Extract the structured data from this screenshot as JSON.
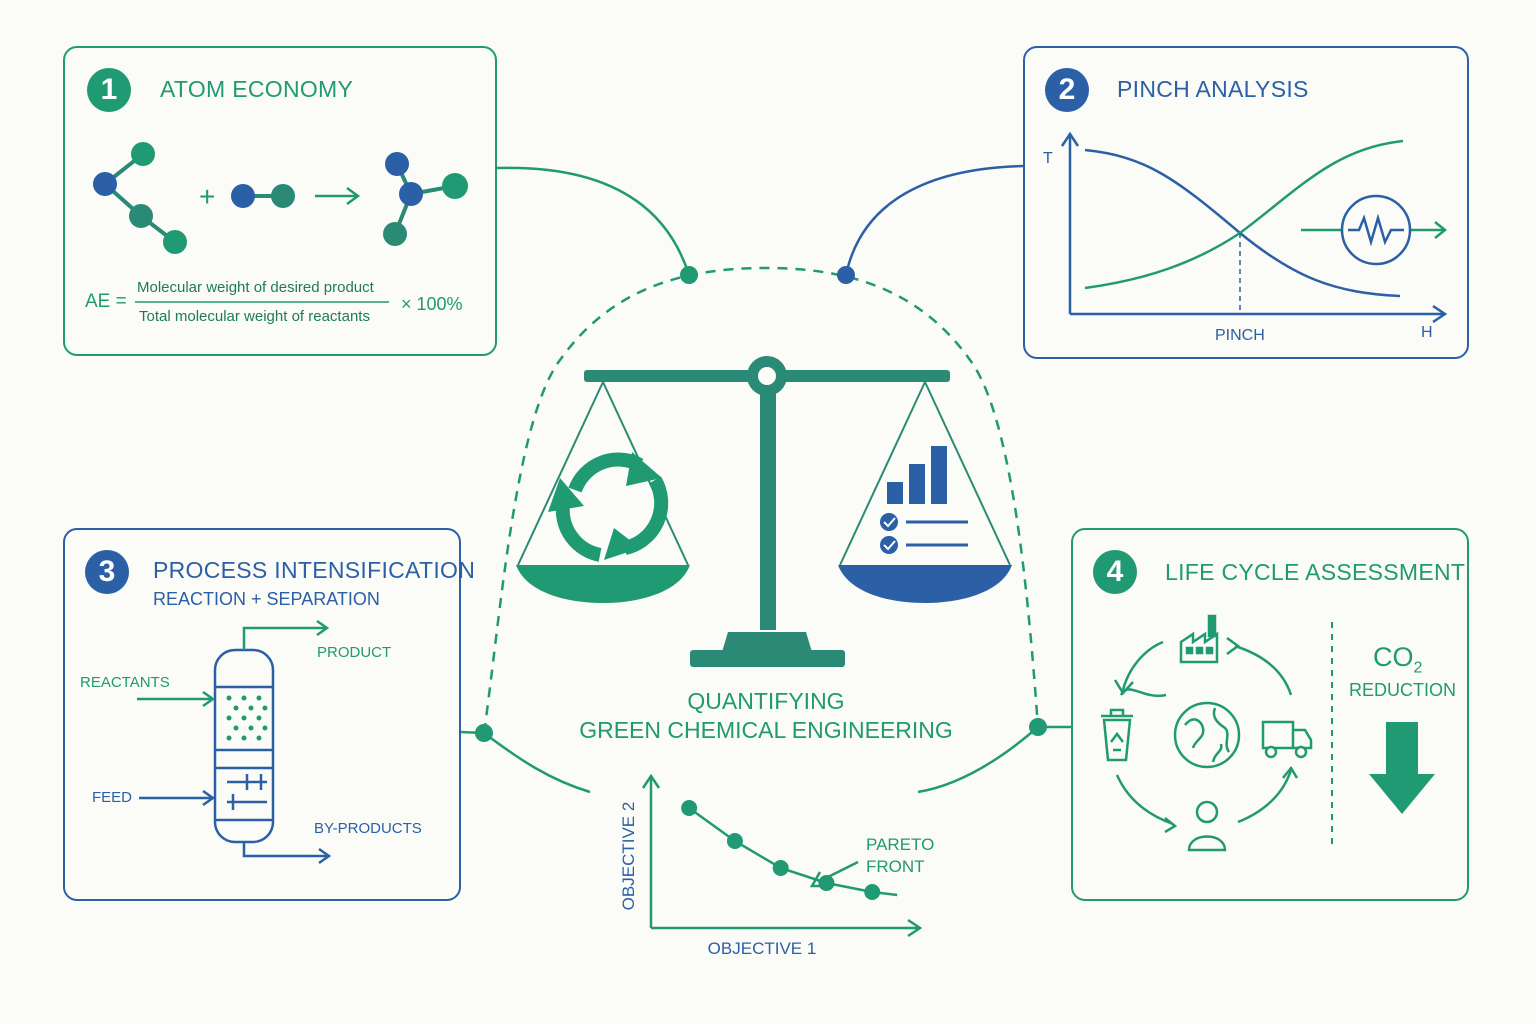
{
  "center": {
    "title_line1": "QUANTIFYING",
    "title_line2": "GREEN CHEMICAL ENGINEERING"
  },
  "panels": {
    "atom_economy": {
      "number": "1",
      "title": "ATOM ECONOMY",
      "plus": "+",
      "formula_lhs": "AE =",
      "numerator": "Molecular weight of desired product",
      "denominator": "Total molecular weight of reactants",
      "multiplier": "× 100%"
    },
    "pinch_analysis": {
      "number": "2",
      "title": "PINCH ANALYSIS",
      "y_axis": "T",
      "x_axis": "H",
      "pinch_label": "PINCH"
    },
    "process_intensification": {
      "number": "3",
      "title": "PROCESS INTENSIFICATION",
      "subtitle": "REACTION + SEPARATION",
      "reactants": "REACTANTS",
      "feed": "FEED",
      "product": "PRODUCT",
      "byproducts": "BY-PRODUCTS"
    },
    "lca": {
      "number": "4",
      "title": "LIFE CYCLE ASSESSMENT",
      "co2": "CO",
      "co2_sub": "2",
      "reduction": "REDUCTION"
    }
  },
  "pareto": {
    "x_label": "OBJECTIVE 1",
    "y_label": "OBJECTIVE 2",
    "front_label_1": "PARETO",
    "front_label_2": "FRONT",
    "points": [
      {
        "x": 1.0,
        "y": 8.0
      },
      {
        "x": 2.2,
        "y": 5.8
      },
      {
        "x": 3.4,
        "y": 4.0
      },
      {
        "x": 4.6,
        "y": 3.0
      },
      {
        "x": 5.8,
        "y": 2.4
      }
    ]
  },
  "colors": {
    "green": "#1f9a73",
    "blue": "#2b5fa6",
    "teal": "#2a8a76",
    "background": "#fbfbf7"
  }
}
